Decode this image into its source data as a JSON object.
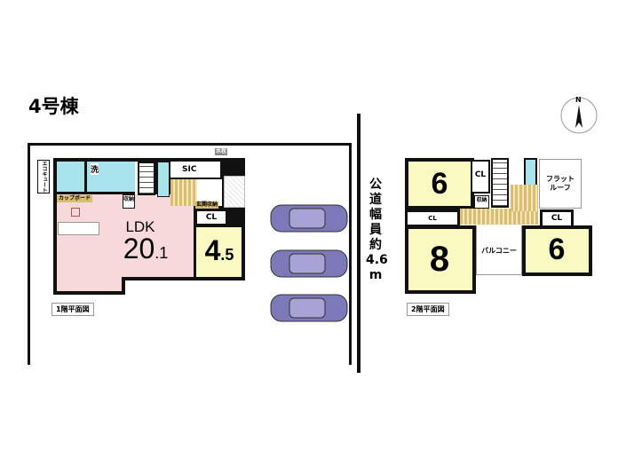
{
  "title": "4号棟",
  "road": {
    "chars": [
      "公",
      "道",
      "幅",
      "員",
      "約",
      "4.6",
      "m"
    ]
  },
  "floor1": {
    "caption": "1階平面図",
    "rooms": {
      "ldk_label": "LDK",
      "ldk_size_int": "20",
      "ldk_size_dec": ".1",
      "room_size_int": "4",
      "room_size_dec": ".5",
      "cl": "CL",
      "sic": "SIC",
      "wash": "洗",
      "cupboard": "カップボード",
      "storage": "収納",
      "entrance_storage": "玄関収納",
      "faucet": "水栓",
      "ecocute": "エコキュート"
    }
  },
  "floor2": {
    "caption": "2階平面図",
    "rooms": {
      "room_a": "6",
      "room_b": "8",
      "room_c": "6",
      "cl_a": "CL",
      "cl_b": "CL",
      "cl_c": "CL",
      "storage": "収納",
      "balcony": "バルコニー",
      "flat_roof_1": "フラット",
      "flat_roof_2": "ルーフ"
    }
  },
  "parking": {
    "car_count": 3,
    "car_color": "#7d78b8"
  },
  "compass": {
    "label": "N"
  }
}
